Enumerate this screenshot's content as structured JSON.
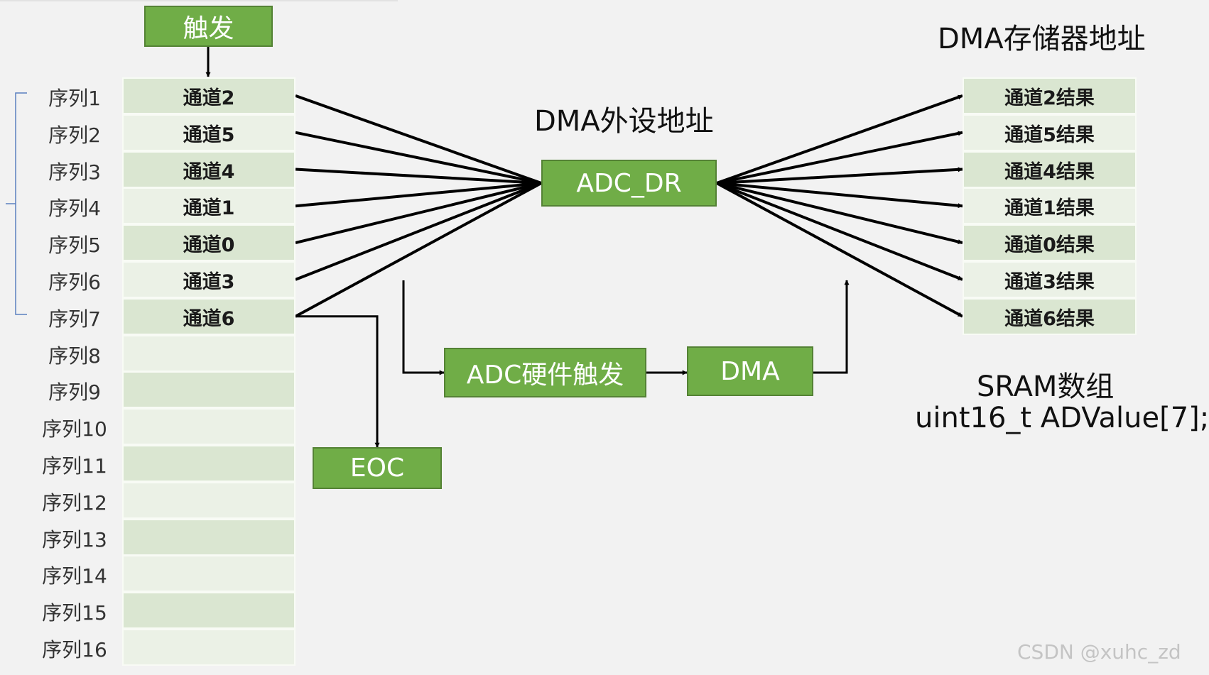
{
  "trigger": {
    "label": "触发"
  },
  "sequence": {
    "labels": [
      "序列1",
      "序列2",
      "序列3",
      "序列4",
      "序列5",
      "序列6",
      "序列7",
      "序列8",
      "序列9",
      "序列10",
      "序列11",
      "序列12",
      "序列13",
      "序列14",
      "序列15",
      "序列16"
    ],
    "channels": [
      "通道2",
      "通道5",
      "通道4",
      "通道1",
      "通道0",
      "通道3",
      "通道6",
      "",
      "",
      "",
      "",
      "",
      "",
      "",
      "",
      ""
    ]
  },
  "peripheral_address": {
    "title": "DMA外设地址",
    "register": "ADC_DR"
  },
  "memory_address": {
    "title": "DMA存储器地址",
    "results": [
      "通道2结果",
      "通道5结果",
      "通道4结果",
      "通道1结果",
      "通道0结果",
      "通道3结果",
      "通道6结果"
    ]
  },
  "hardware_trigger": {
    "label": "ADC硬件触发"
  },
  "dma": {
    "label": "DMA"
  },
  "eoc": {
    "label": "EOC"
  },
  "sram": {
    "title": "SRAM数组",
    "declaration": "uint16_t ADValue[7];"
  },
  "watermark": "CSDN @xuhc_zd",
  "colors": {
    "box_fill": "#70ad47",
    "box_border": "#548235",
    "cell_dark": "#dae6d1",
    "cell_light": "#ebf1e6",
    "arrow": "#000000",
    "bracket": "#5b7fbf"
  }
}
